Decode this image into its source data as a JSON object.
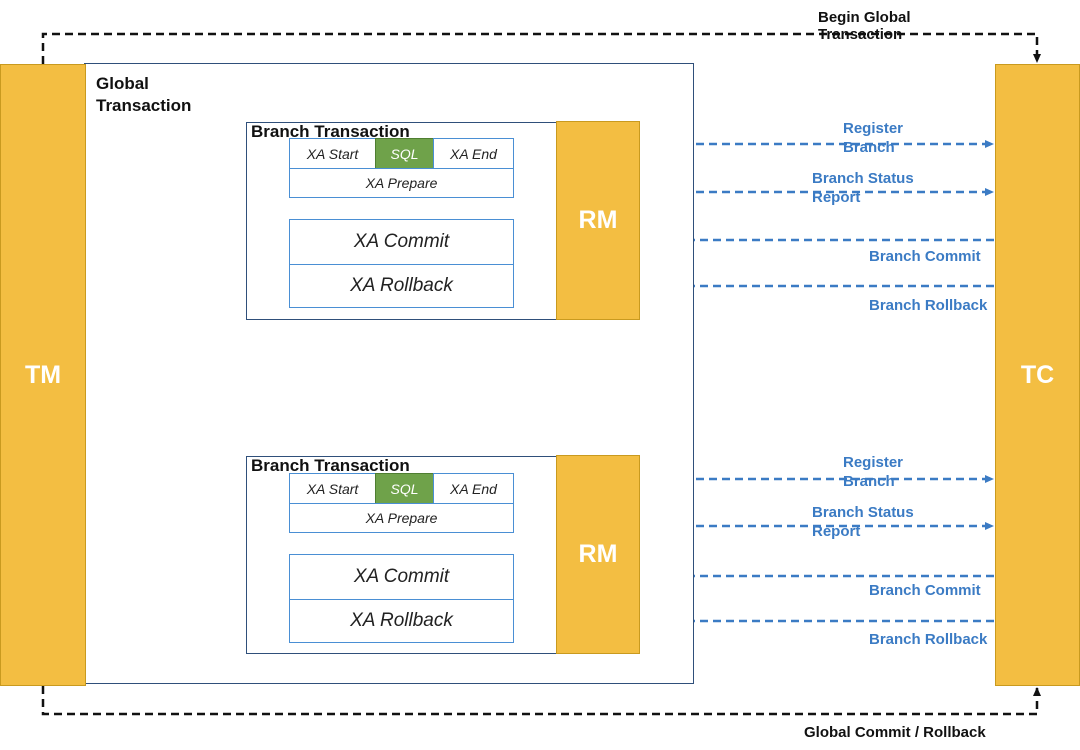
{
  "tm_label": "TM",
  "tc_label": "TC",
  "begin_global_transaction": "Begin Global\nTransaction",
  "global_commit_rollback": "Global Commit / Rollback",
  "global_transaction_label": "Global\nTransaction",
  "branches": [
    {
      "title": "Branch Transaction",
      "xa_start": "XA Start",
      "sql": "SQL",
      "xa_end": "XA End",
      "xa_prepare": "XA Prepare",
      "xa_commit": "XA Commit",
      "xa_rollback": "XA Rollback",
      "rm_label": "RM",
      "register_branch": "Register\nBranch",
      "branch_status_report": "Branch Status\nReport",
      "branch_commit": "Branch Commit",
      "branch_rollback": "Branch Rollback"
    },
    {
      "title": "Branch Transaction",
      "xa_start": "XA Start",
      "sql": "SQL",
      "xa_end": "XA End",
      "xa_prepare": "XA Prepare",
      "xa_commit": "XA Commit",
      "xa_rollback": "XA Rollback",
      "rm_label": "RM",
      "register_branch": "Register\nBranch",
      "branch_status_report": "Branch Status\nReport",
      "branch_commit": "Branch Commit",
      "branch_rollback": "Branch Rollback"
    }
  ],
  "colors": {
    "bar": "#F3BE42",
    "sql": "#6FA24A",
    "arrow_blue": "#3B7BC4",
    "border": "#2F4F7A"
  }
}
